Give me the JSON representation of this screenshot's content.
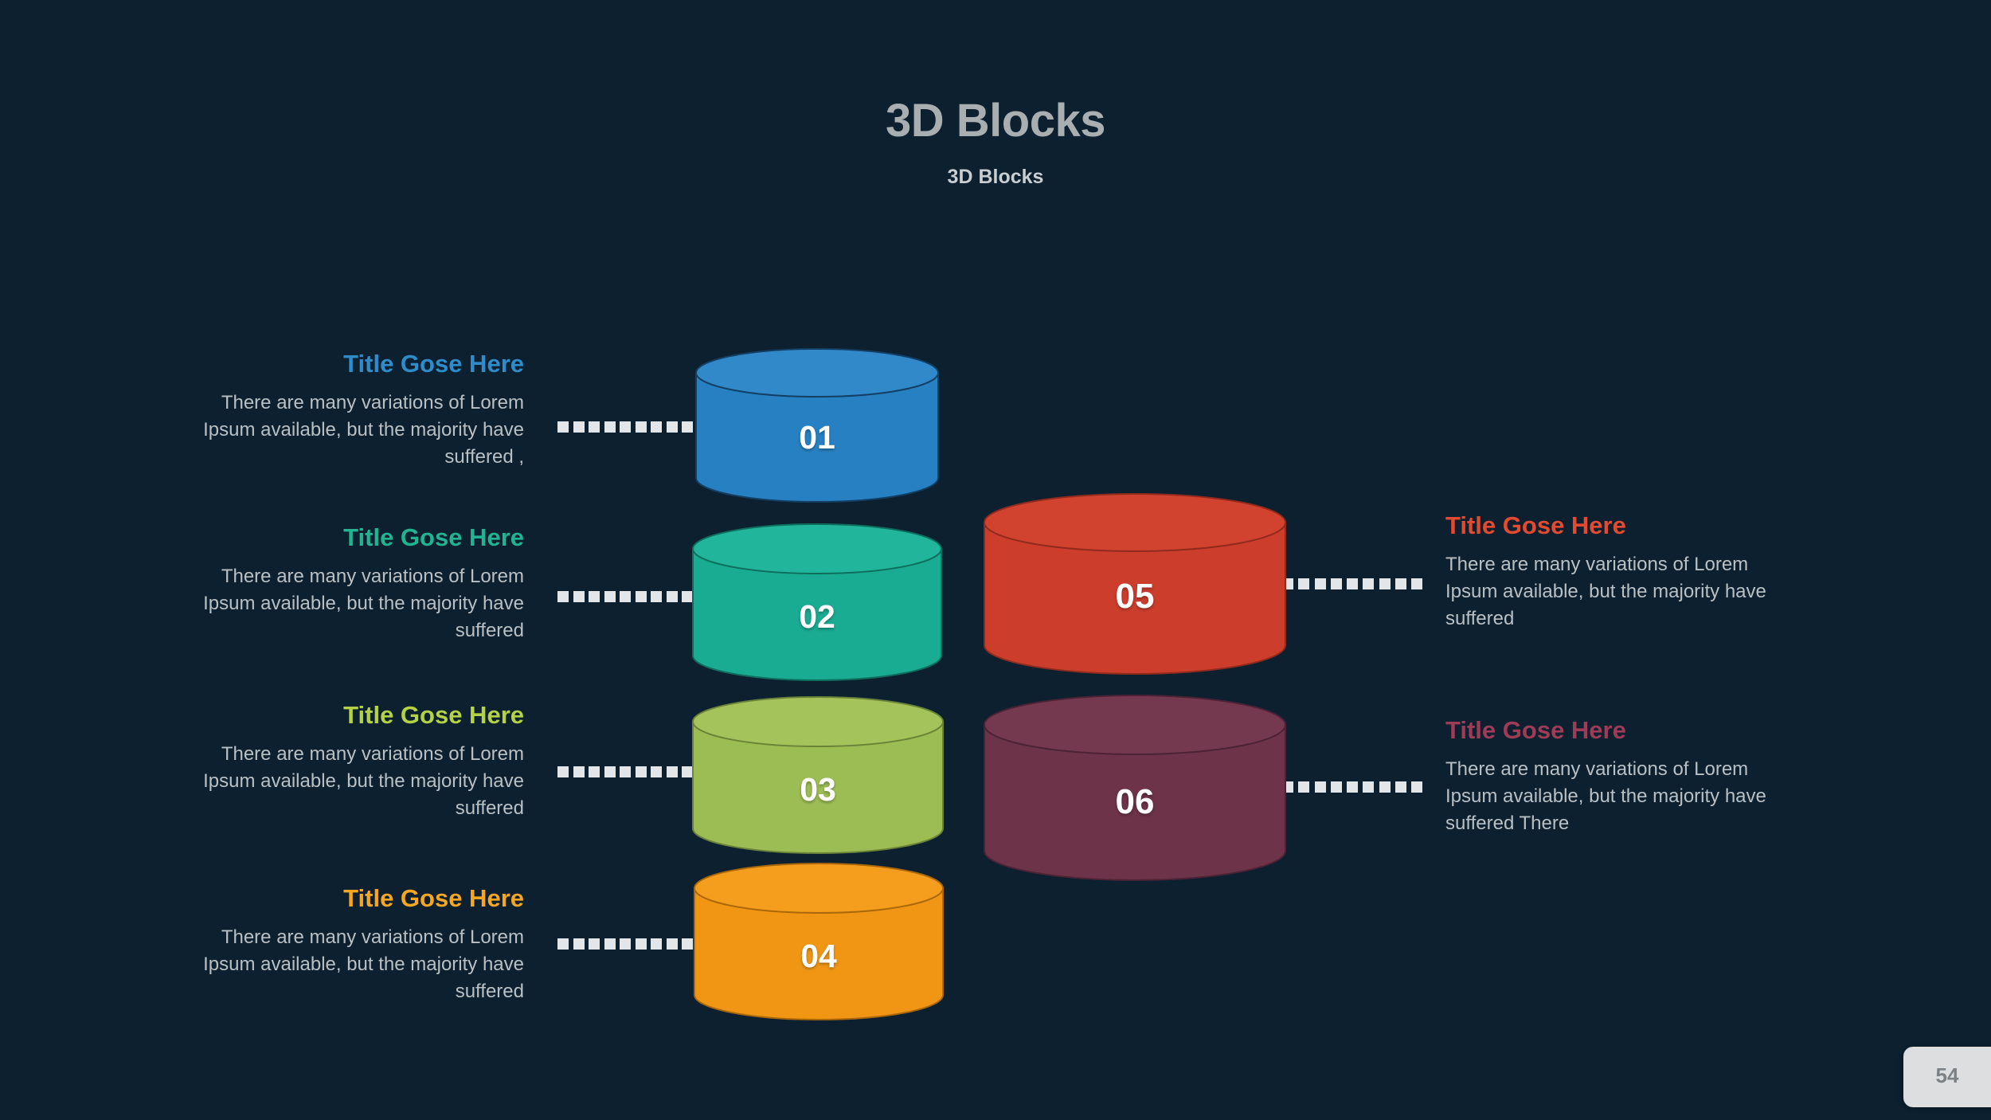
{
  "slide": {
    "background_color": "#0c2030",
    "title": "3D Blocks",
    "subtitle": "3D Blocks",
    "page_number": "54"
  },
  "blocks": [
    {
      "number": "01",
      "title": "Title Gose Here",
      "body": "There are many variations of Lorem Ipsum available, but the majority have suffered  ,",
      "title_color": "#2e8ccb",
      "fill": "#2780c1",
      "top_fill": "#3289c9",
      "stroke": "#123f63",
      "side": "left"
    },
    {
      "number": "02",
      "title": "Title Gose Here",
      "body": "There are many variations of Lorem Ipsum available, but the majority have suffered",
      "title_color": "#22b392",
      "fill": "#1aab93",
      "top_fill": "#21b59b",
      "stroke": "#0e6e5d",
      "side": "left"
    },
    {
      "number": "03",
      "title": "Title Gose Here",
      "body": "There are many variations of Lorem Ipsum available, but the majority have suffered",
      "title_color": "#b4d245",
      "fill": "#9cbc54",
      "top_fill": "#a4c45b",
      "stroke": "#6b8338",
      "side": "left"
    },
    {
      "number": "04",
      "title": "Title Gose Here",
      "body": "There are many variations of Lorem Ipsum available, but the majority have suffered",
      "title_color": "#f5a623",
      "fill": "#f09614",
      "top_fill": "#f59d1c",
      "stroke": "#a96708",
      "side": "left"
    },
    {
      "number": "05",
      "title": "Title Gose Here",
      "body": "There are many variations of Lorem Ipsum available, but the majority have suffered",
      "title_color": "#e34b30",
      "fill": "#cc3d2c",
      "top_fill": "#d2432f",
      "stroke": "#8f2a1c",
      "side": "right"
    },
    {
      "number": "06",
      "title": "Title Gose Here",
      "body": "There are many variations of Lorem Ipsum available, but the majority have suffered  There",
      "title_color": "#9c3c57",
      "fill": "#6d3349",
      "top_fill": "#74384f",
      "stroke": "#4c2334",
      "side": "right"
    }
  ],
  "connector": {
    "dot_color": "#e2e6e9",
    "dot_count": 9
  }
}
